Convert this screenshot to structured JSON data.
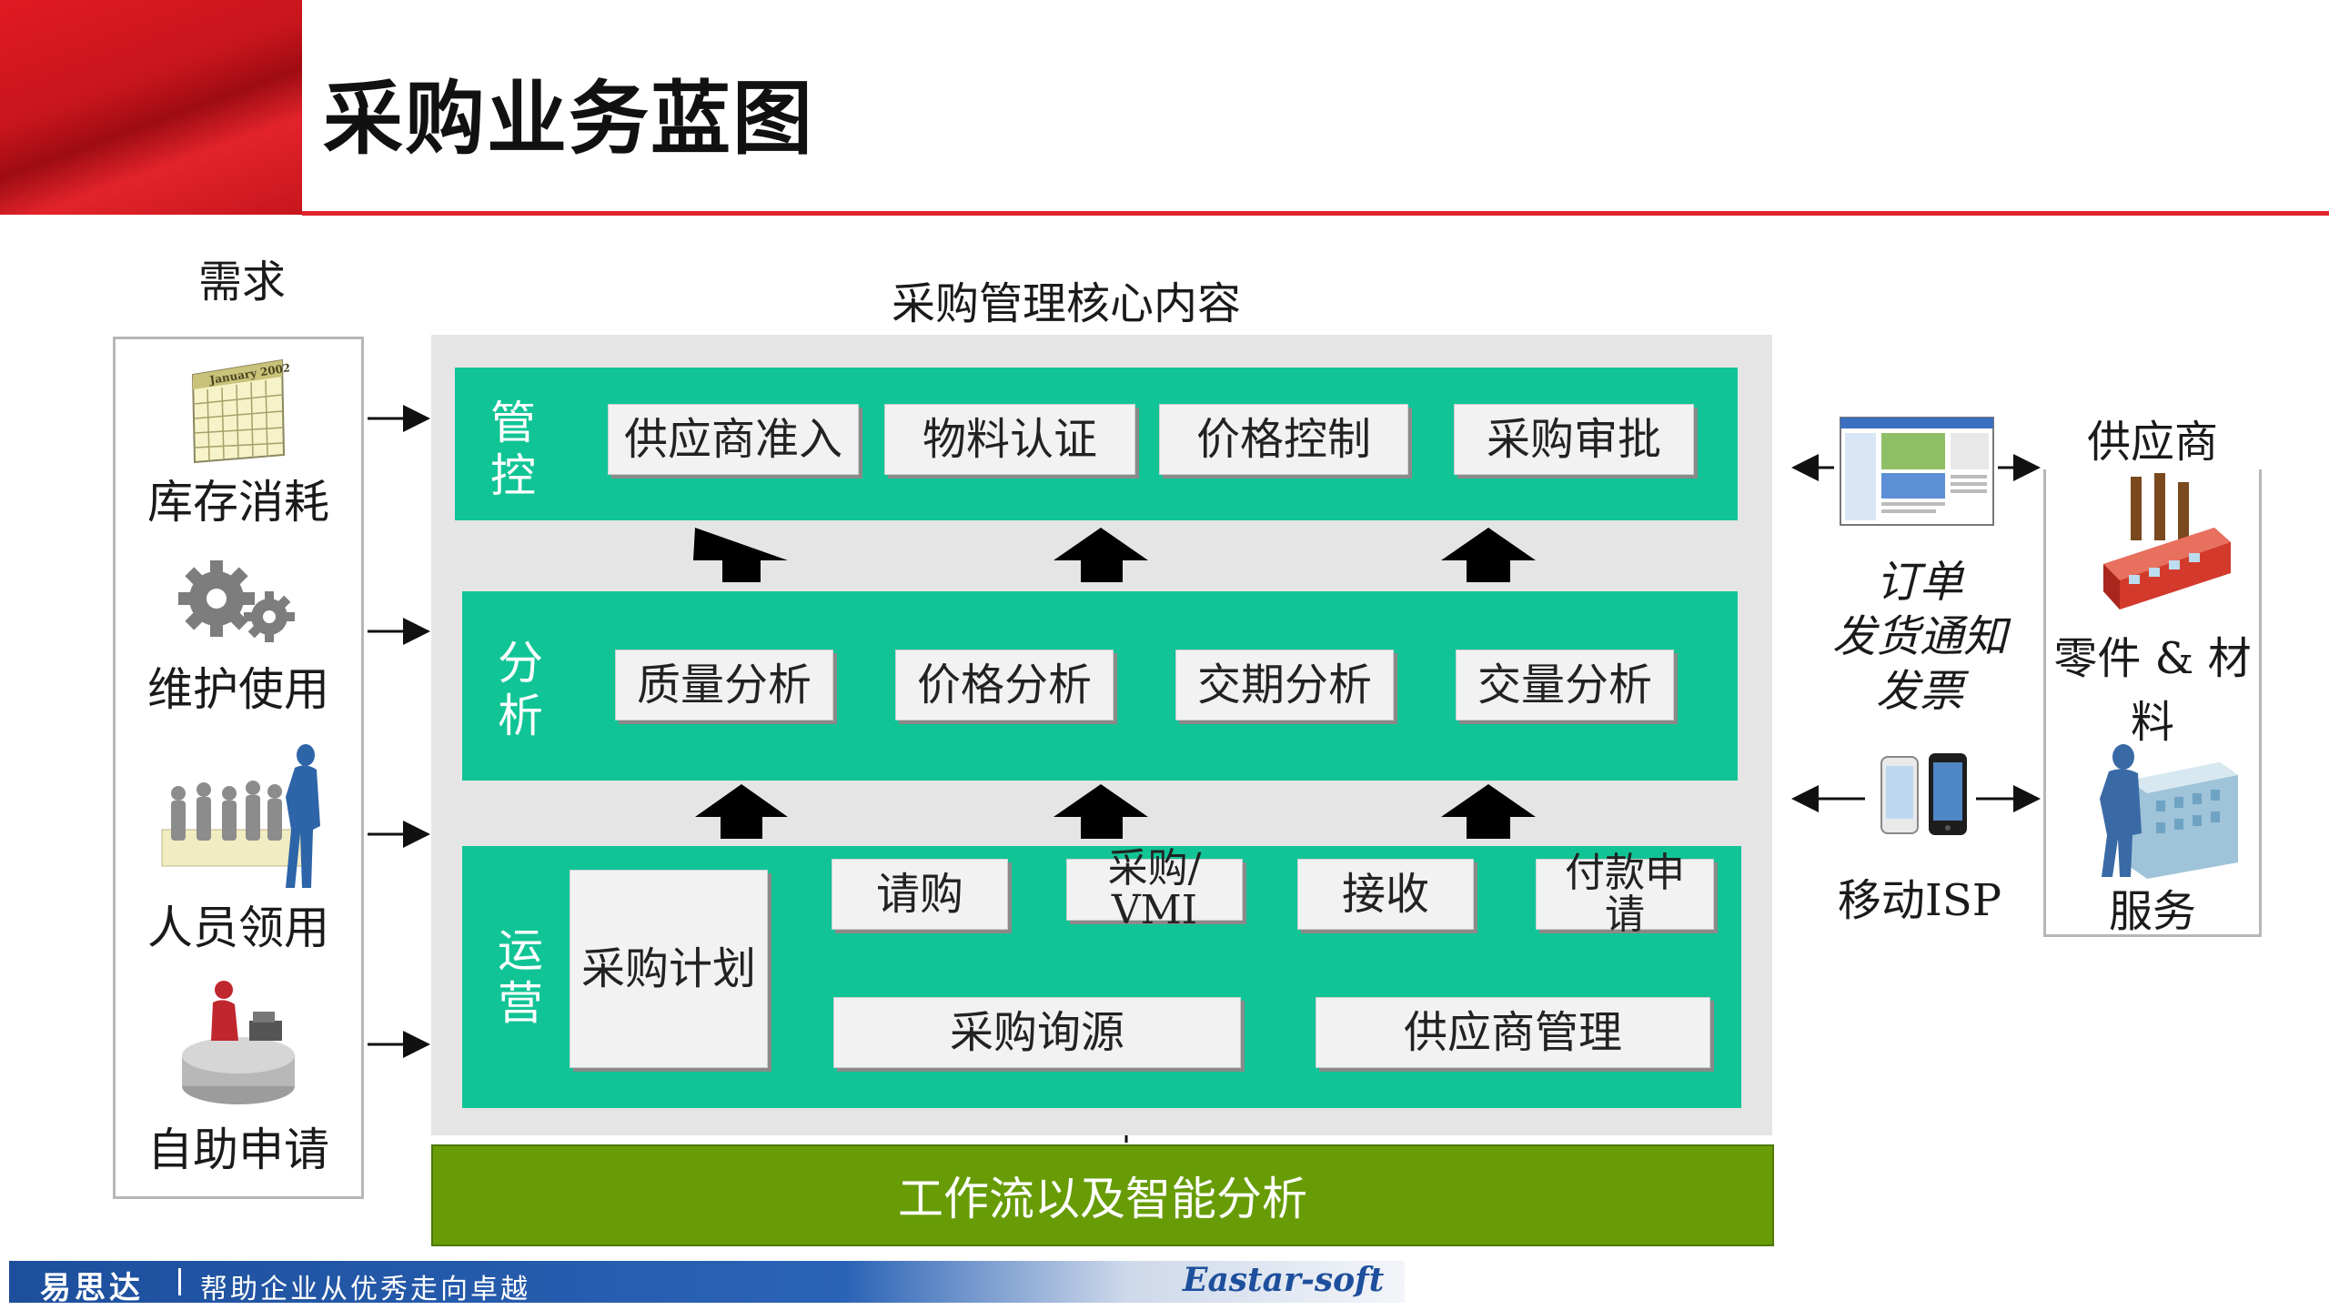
{
  "title": "采购业务蓝图",
  "demand": {
    "label": "需求",
    "items": [
      {
        "label": "库存消耗",
        "icon": "calendar-icon",
        "icon_text": "January 2002"
      },
      {
        "label": "维护使用",
        "icon": "gears-icon"
      },
      {
        "label": "人员领用",
        "icon": "people-icon"
      },
      {
        "label": "自助申请",
        "icon": "self-service-kiosk-icon"
      }
    ]
  },
  "core": {
    "label": "采购管理核心内容",
    "control": {
      "label": "管控",
      "items": [
        "供应商准入",
        "物料认证",
        "价格控制",
        "采购审批"
      ]
    },
    "analysis": {
      "label": "分析",
      "items": [
        "质量分析",
        "价格分析",
        "交期分析",
        "交量分析"
      ]
    },
    "operation": {
      "label": "运营",
      "plan": "采购计划",
      "flow": [
        "请购",
        "采购/VMI",
        "接收",
        "付款申请"
      ],
      "sourcing": "采购询源",
      "supplier_mgmt": "供应商管理"
    }
  },
  "workflow": "工作流以及智能分析",
  "channels": {
    "docs": [
      "订单",
      "发货通知",
      "发票"
    ],
    "mobile": "移动ISP"
  },
  "supplier": {
    "label": "供应商",
    "parts": "零件 & 材料",
    "service": "服务"
  },
  "footer": {
    "brand": "易思达",
    "slogan": "帮助企业从优秀走向卓越",
    "brand_en": "Eastar-soft"
  },
  "colors": {
    "header_red": "#e2232b",
    "band_green": "#11c496",
    "workflow_green": "#679c07",
    "footer_blue": "#1d4f9c"
  }
}
